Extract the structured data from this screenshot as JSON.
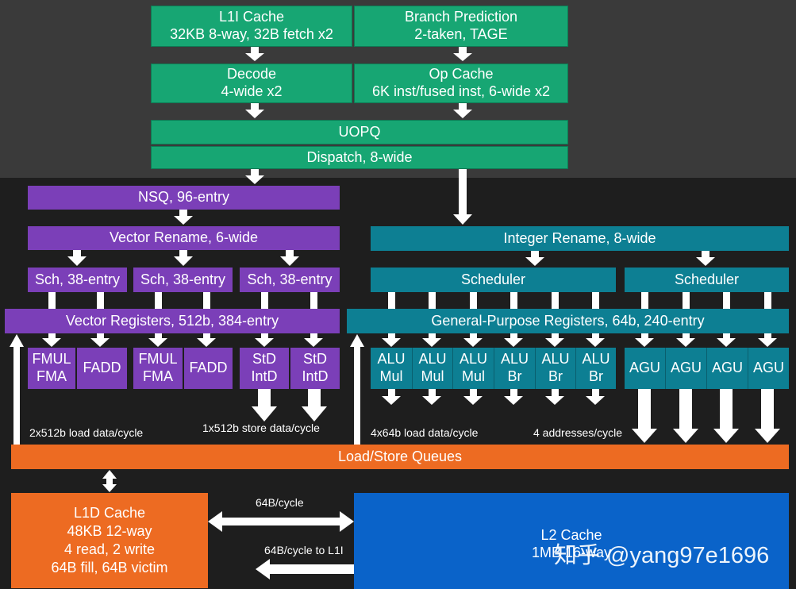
{
  "frontend": {
    "l1i_cache": {
      "title": "L1I Cache",
      "detail": "32KB 8-way, 32B fetch x2"
    },
    "branch_prediction": {
      "title": "Branch Prediction",
      "detail": "2-taken, TAGE"
    },
    "decode": {
      "title": "Decode",
      "detail": "4-wide x2"
    },
    "op_cache": {
      "title": "Op Cache",
      "detail": "6K inst/fused inst, 6-wide x2"
    },
    "uopq": "UOPQ",
    "dispatch": "Dispatch, 8-wide"
  },
  "vector": {
    "nsq": "NSQ, 96-entry",
    "rename": "Vector Rename, 6-wide",
    "schedulers": [
      "Sch, 38-entry",
      "Sch, 38-entry",
      "Sch, 38-entry"
    ],
    "registers": "Vector Registers, 512b, 384-entry",
    "units": [
      {
        "line1": "FMUL",
        "line2": "FMA"
      },
      {
        "line1": "FADD",
        "line2": ""
      },
      {
        "line1": "FMUL",
        "line2": "FMA"
      },
      {
        "line1": "FADD",
        "line2": ""
      },
      {
        "line1": "StD",
        "line2": "IntD"
      },
      {
        "line1": "StD",
        "line2": "IntD"
      }
    ],
    "load_label": "2x512b load data/cycle",
    "store_label": "1x512b store data/cycle"
  },
  "integer": {
    "rename": "Integer Rename, 8-wide",
    "schedulers": [
      "Scheduler",
      "Scheduler"
    ],
    "registers": "General-Purpose Registers, 64b, 240-entry",
    "alus": [
      {
        "line1": "ALU",
        "line2": "Mul"
      },
      {
        "line1": "ALU",
        "line2": "Mul"
      },
      {
        "line1": "ALU",
        "line2": "Mul"
      },
      {
        "line1": "ALU",
        "line2": "Br"
      },
      {
        "line1": "ALU",
        "line2": "Br"
      },
      {
        "line1": "ALU",
        "line2": "Br"
      }
    ],
    "agus": [
      "AGU",
      "AGU",
      "AGU",
      "AGU"
    ],
    "load_label": "4x64b load data/cycle",
    "addr_label": "4 addresses/cycle"
  },
  "memory": {
    "lsq": "Load/Store Queues",
    "l1d": [
      "L1D Cache",
      "48KB 12-way",
      "4 read, 2 write",
      "64B fill, 64B victim"
    ],
    "l2": [
      "L2 Cache",
      "1MB 16-way"
    ],
    "link_label": "64B/cycle",
    "l1i_label": "64B/cycle to L1I"
  },
  "watermark": "知乎 @yang97e1696"
}
